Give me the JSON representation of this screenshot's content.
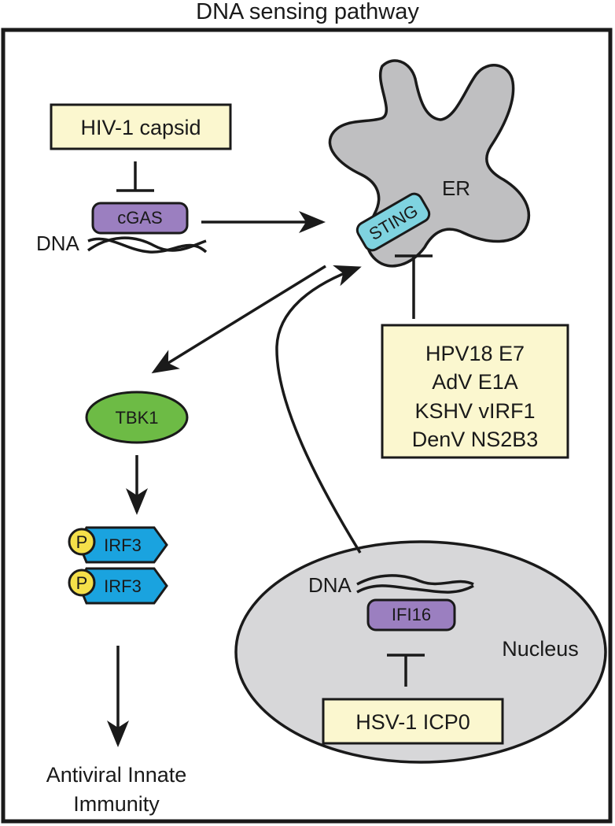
{
  "title": "DNA sensing pathway",
  "cgas_inhibitor": "HIV-1 capsid",
  "cgas": "cGAS",
  "dna_cyto": "DNA",
  "er": "ER",
  "sting": "STING",
  "sting_inhibitors": [
    "HPV18 E7",
    "AdV E1A",
    "KSHV vIRF1",
    "DenV NS2B3"
  ],
  "tbk1": "TBK1",
  "irf3": [
    "IRF3",
    "IRF3"
  ],
  "phospho": "P",
  "output": [
    "Antiviral Innate",
    "Immunity"
  ],
  "nucleus": "Nucleus",
  "dna_nuc": "DNA",
  "ifi16": "IFI16",
  "ifi16_inhibitor": "HSV-1 ICP0",
  "colors": {
    "box_fill": "#fbf7cf",
    "cgas_fill": "#9b7fc0",
    "sting_fill": "#7fd3e0",
    "tbk1_fill": "#6dbb45",
    "irf3_fill": "#1aa3df",
    "phospho_fill": "#f5e04a",
    "er_fill": "#bfbfc1",
    "nucleus_fill": "#d7d7d9"
  }
}
